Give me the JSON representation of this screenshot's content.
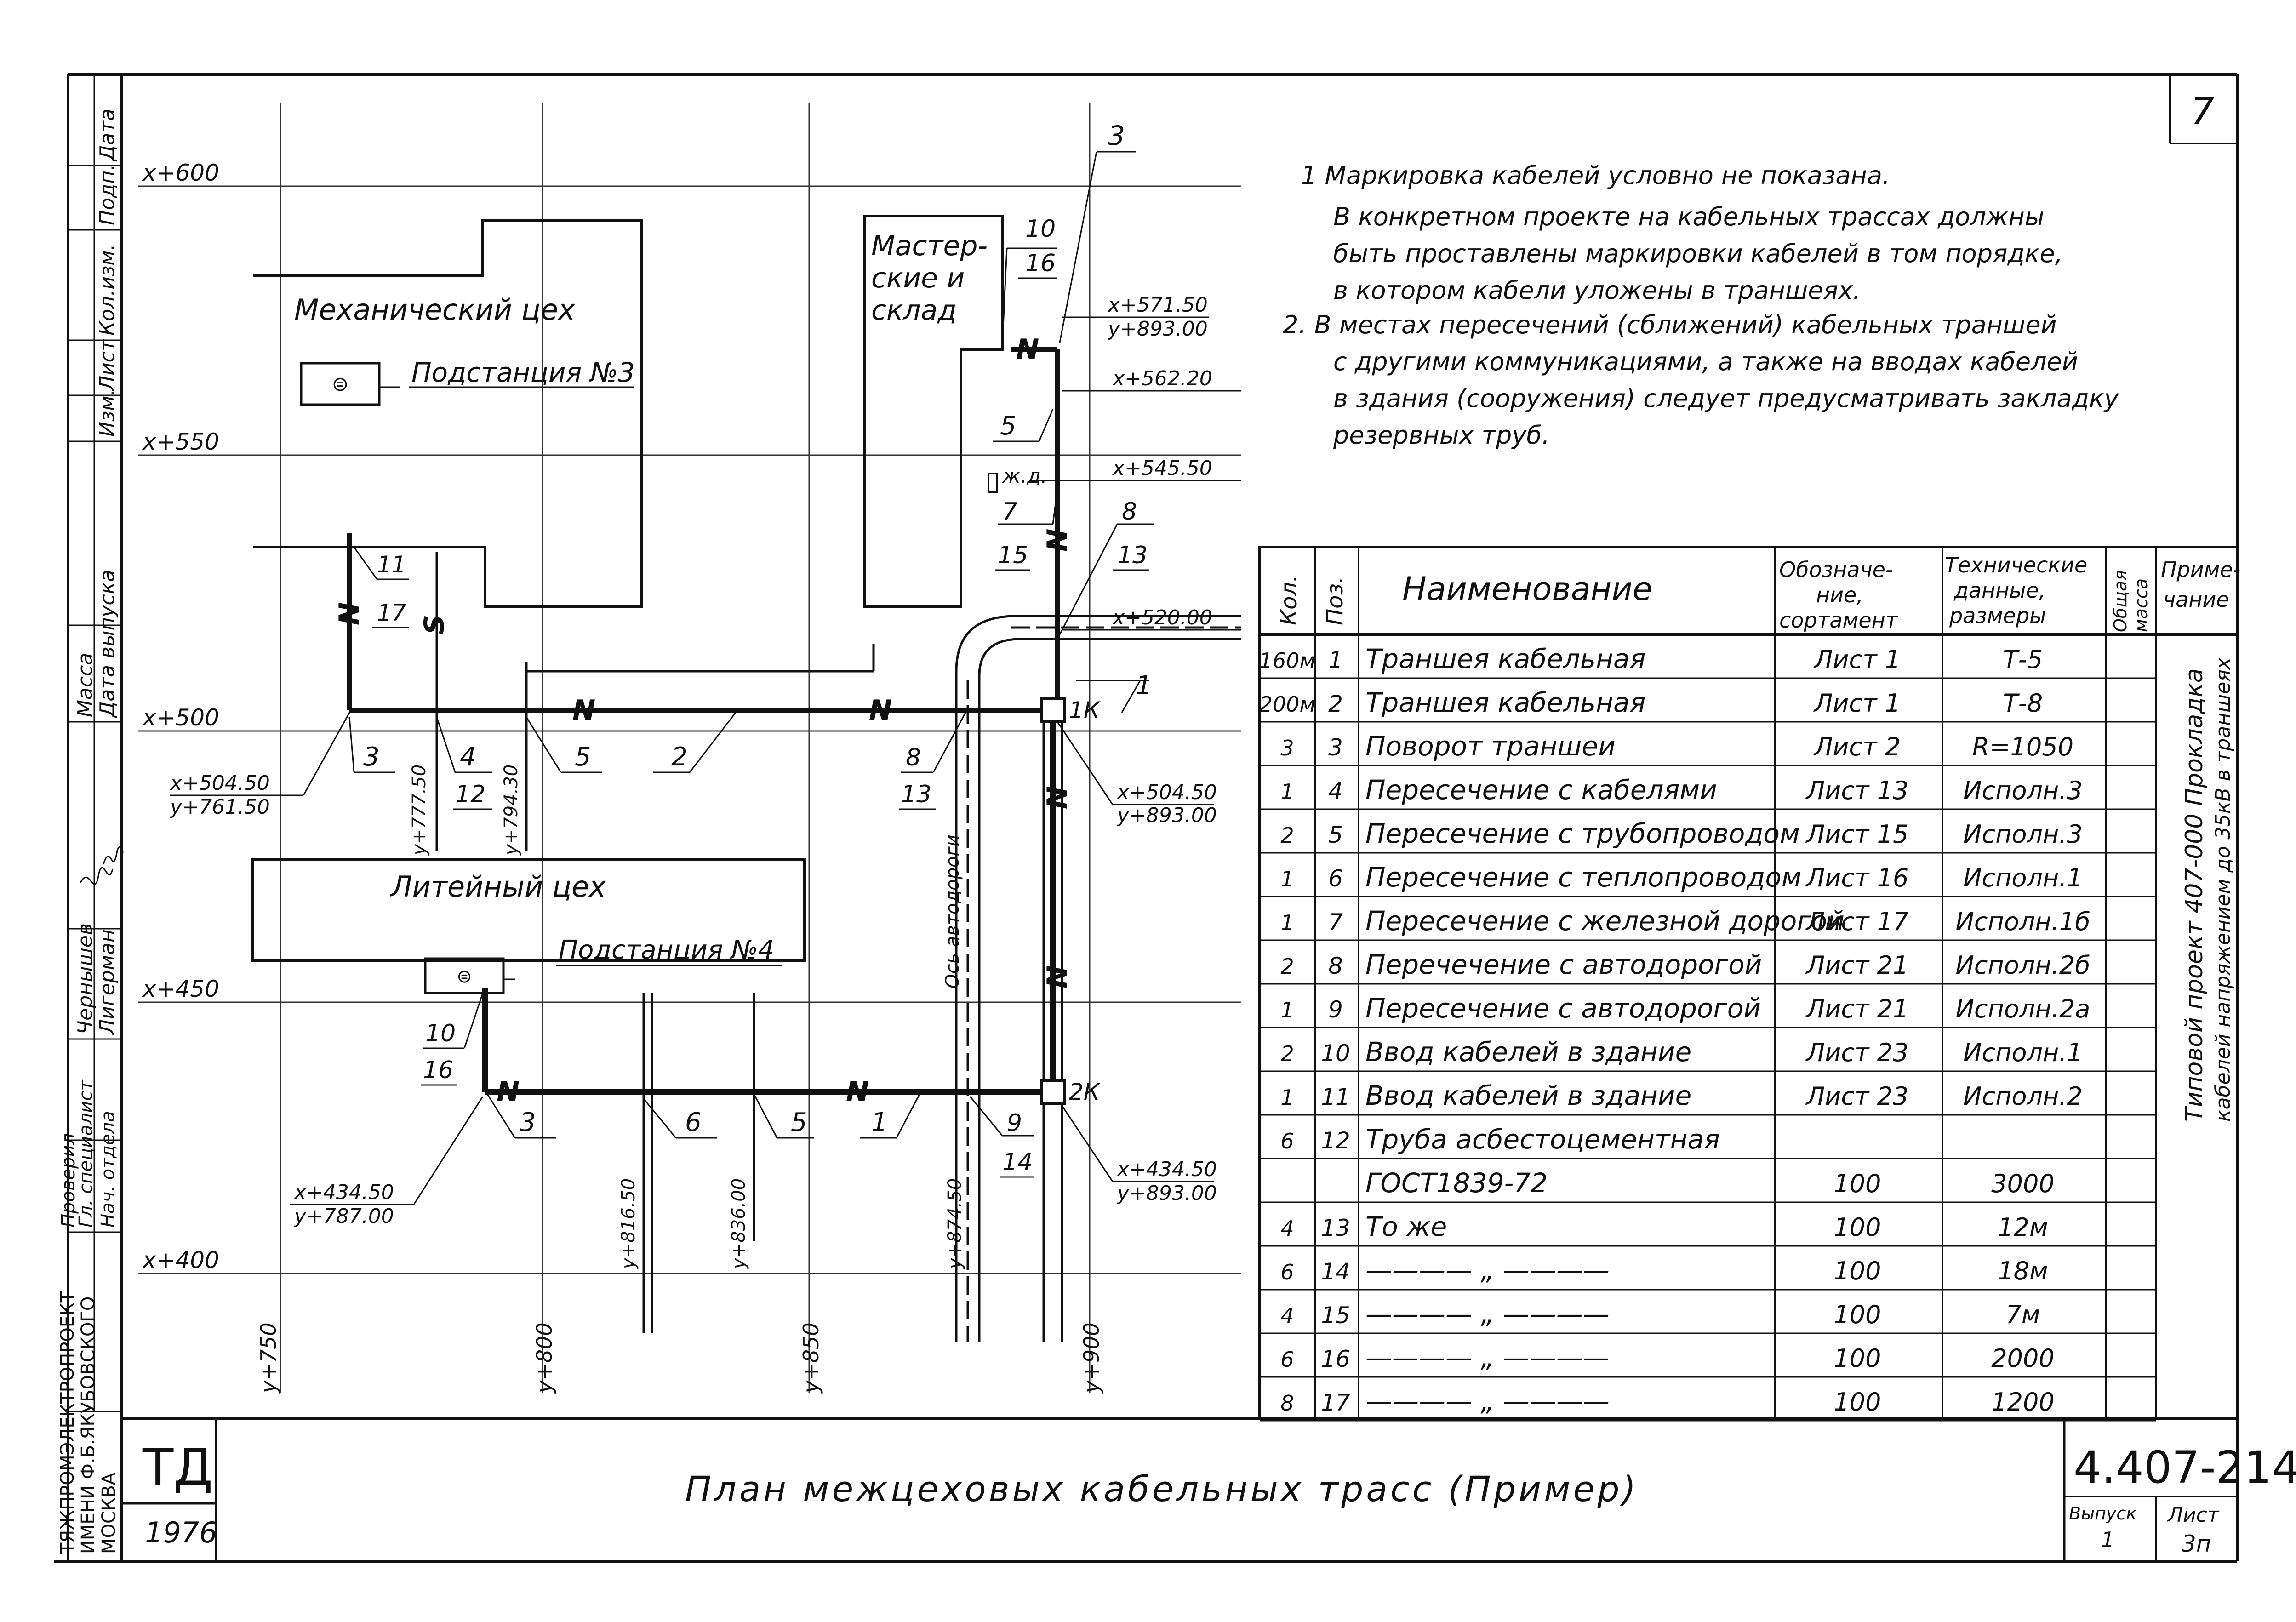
{
  "sheet_number": "7",
  "notes": [
    "1  Маркировка кабелей условно не показана.",
    "В конкретном проекте на кабельных трассах должны",
    "быть проставлены маркировки кабелей в том порядке,",
    "в котором кабели уложены в траншеях.",
    "2. В местах пересечений (сближений) кабельных траншей",
    "с другими коммуникациями, а также на вводах кабелей",
    "в здания (сооружения) следует предусматривать закладку",
    "резервных труб."
  ],
  "plan": {
    "grid_x": [
      "x+600",
      "x+550",
      "x+500",
      "x+450",
      "x+400"
    ],
    "grid_y": [
      "y+750",
      "y+800",
      "y+850",
      "y+900"
    ],
    "buildings": {
      "mech": "Механический цех",
      "sub3": "Подстанция №3",
      "workshops": [
        "Мастер-",
        "ские и",
        "склад"
      ],
      "foundry": "Литейный цех",
      "sub4": "Подстанция №4"
    },
    "road_axis": "Ось автодороги",
    "rail": "ж.д.",
    "coords": {
      "c1": "x+571.50",
      "c1b": "y+893.00",
      "c2": "x+562.20",
      "c3": "x+545.50",
      "c4": "x+520.00",
      "c5": "x+504.50",
      "c5b": "y+893.00",
      "c6": "x+504.50",
      "c6b": "y+761.50",
      "c7": "x+434.50",
      "c7b": "y+787.00",
      "c8": "x+434.50",
      "c8b": "y+893.00",
      "v1": "y+777.50",
      "v2": "y+794.30",
      "v3": "y+816.50",
      "v4": "y+836.00",
      "v5": "y+874.50"
    },
    "labels": {
      "n3": "3",
      "n10": "10",
      "n16": "16",
      "n5": "5",
      "n7": "7",
      "n15": "15",
      "n8": "8",
      "n13": "13",
      "n11": "11",
      "n17": "17",
      "n1": "1",
      "n2": "2",
      "n4": "4",
      "n12": "12",
      "n6": "6",
      "n9": "9",
      "n14": "14",
      "k1": "1К",
      "k2": "2К",
      "N": "N",
      "S": "S"
    }
  },
  "table": {
    "headers": [
      "Кол.",
      "Поз.",
      "Наименование",
      "Обозначение, сортамент",
      "Технические данные, размеры",
      "Общая масса",
      "Примечание"
    ],
    "header_lines": {
      "oboz": [
        "Обозначе-",
        "ние,",
        "сортамент"
      ],
      "tech": [
        "Технические",
        "данные,",
        "размеры"
      ],
      "mass": [
        "Общая",
        "масса"
      ],
      "prim": [
        "Приме-",
        "чание"
      ]
    },
    "rows": [
      [
        "160м",
        "1",
        "Траншея кабельная",
        "Лист 1",
        "Т-5"
      ],
      [
        "200м",
        "2",
        "Траншея кабельная",
        "Лист 1",
        "Т-8"
      ],
      [
        "3",
        "3",
        "Поворот траншеи",
        "Лист 2",
        "R=1050"
      ],
      [
        "1",
        "4",
        "Пересечение с кабелями",
        "Лист 13",
        "Исполн.3"
      ],
      [
        "2",
        "5",
        "Пересечение с трубопроводом",
        "Лист 15",
        "Исполн.3"
      ],
      [
        "1",
        "6",
        "Пересечение с теплопроводом",
        "Лист 16",
        "Исполн.1"
      ],
      [
        "1",
        "7",
        "Пересечение с железной дорогой",
        "Лист 17",
        "Исполн.1б"
      ],
      [
        "2",
        "8",
        "Перечечение с автодорогой",
        "Лист 21",
        "Исполн.2б"
      ],
      [
        "1",
        "9",
        "Пересечение с автодорогой",
        "Лист 21",
        "Исполн.2а"
      ],
      [
        "2",
        "10",
        "Ввод кабелей в здание",
        "Лист 23",
        "Исполн.1"
      ],
      [
        "1",
        "11",
        "Ввод кабелей в здание",
        "Лист 23",
        "Исполн.2"
      ],
      [
        "6",
        "12",
        "Труба асбестоцементная",
        "",
        ""
      ],
      [
        "",
        "",
        "ГОСТ1839-72",
        "100",
        "3000"
      ],
      [
        "4",
        "13",
        "То же",
        "100",
        "12м"
      ],
      [
        "6",
        "14",
        "———— „ ————",
        "100",
        "18м"
      ],
      [
        "4",
        "15",
        "———— „ ————",
        "100",
        "7м"
      ],
      [
        "6",
        "16",
        "———— „ ————",
        "100",
        "2000"
      ],
      [
        "8",
        "17",
        "———— „ ————",
        "100",
        "1200"
      ]
    ],
    "remark": [
      "Типовой проект 407-000 Прокладка",
      "кабелей напряжением до 35кВ в траншеях"
    ]
  },
  "stamp": {
    "org_lines": [
      "ТЯЖПРОМЭЛЕКТРОПРОЕКТ",
      "ИМЕНИ Ф.Б.ЯКУБОВСКОГО",
      "МОСКВА"
    ],
    "td": "ТД",
    "year": "1976",
    "title": "План межцеховых кабельных трасс (Пример)",
    "code": "4.407-214",
    "issue_label": "Выпуск",
    "issue": "1",
    "sheet_label": "Лист",
    "sheet": "3п"
  },
  "side_columns": [
    "Изм.",
    "Лист",
    "Кол.изм.",
    "Подп.",
    "Дата"
  ],
  "side_people": {
    "roles": [
      "Гл. специалист",
      "Нач. отдела",
      "Проверил"
    ],
    "names": [
      "Чернышев",
      "Лигерман"
    ],
    "massa": "Масса",
    "release": "Дата выпуска"
  }
}
